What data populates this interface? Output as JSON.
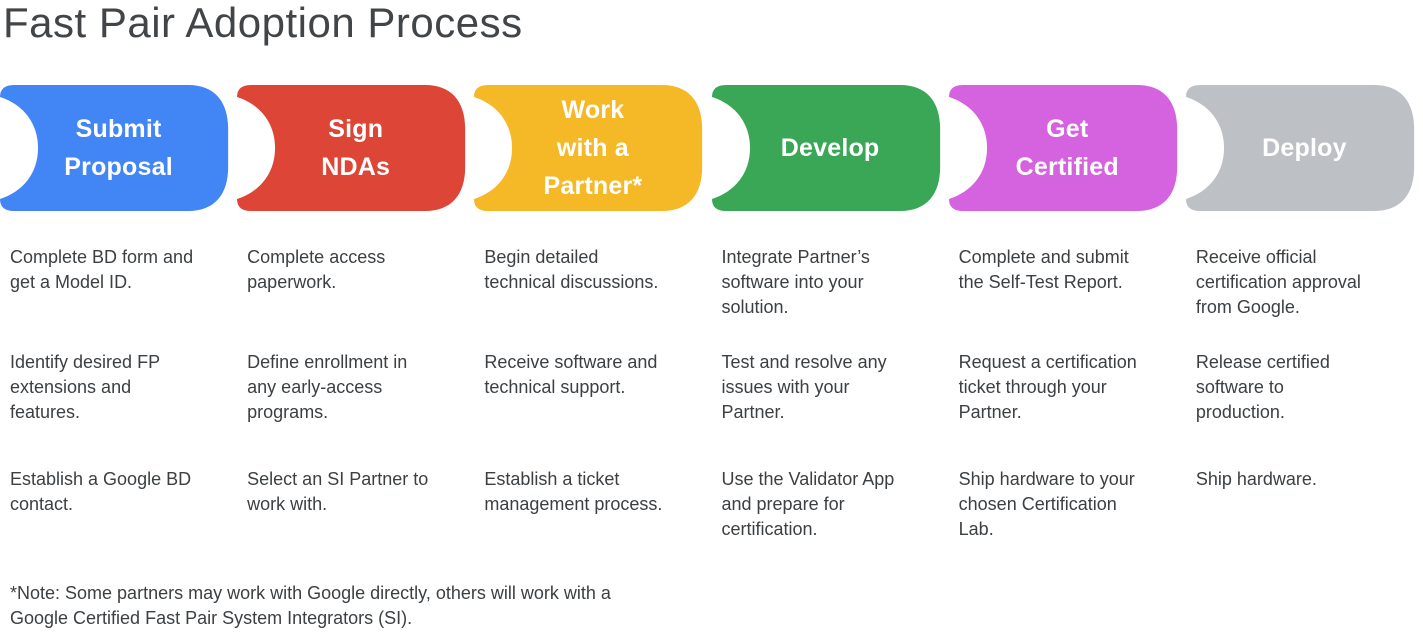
{
  "title": "Fast Pair Adoption Process",
  "label_text_color": "#ffffff",
  "body_text_color": "#3c4043",
  "stages": [
    {
      "name": "submit-proposal",
      "color": "#4285F4",
      "label_lines": [
        "Submit",
        "Proposal"
      ],
      "steps": [
        [
          "Complete BD form and",
          "get a Model ID."
        ],
        [
          "Identify desired FP",
          "extensions and",
          "features."
        ],
        [
          "Establish a Google BD",
          "contact."
        ]
      ]
    },
    {
      "name": "sign-ndas",
      "color": "#DD4537",
      "label_lines": [
        "Sign",
        "NDAs"
      ],
      "steps": [
        [
          "Complete access",
          "paperwork."
        ],
        [
          "Define enrollment in",
          "any early-access",
          "programs."
        ],
        [
          "Select an SI Partner to",
          "work with."
        ]
      ]
    },
    {
      "name": "work-with-a-partner",
      "color": "#F5B826",
      "label_lines": [
        "Work",
        "with a",
        "Partner*"
      ],
      "steps": [
        [
          "Begin detailed",
          "technical discussions."
        ],
        [
          "Receive software and",
          "technical support."
        ],
        [
          "Establish a ticket",
          "management process."
        ]
      ]
    },
    {
      "name": "develop",
      "color": "#3AA757",
      "label_lines": [
        "Develop"
      ],
      "steps": [
        [
          "Integrate Partner’s",
          "software into your",
          "solution."
        ],
        [
          "Test and resolve any",
          "issues with your",
          "Partner."
        ],
        [
          "Use the Validator App",
          "and prepare for",
          "certification."
        ]
      ]
    },
    {
      "name": "get-certified",
      "color": "#D562DF",
      "label_lines": [
        "Get",
        "Certified"
      ],
      "steps": [
        [
          "Complete and submit",
          "the Self-Test Report."
        ],
        [
          "Request a certification",
          "ticket through your",
          "Partner."
        ],
        [
          "Ship hardware to your",
          "chosen Certification",
          "Lab."
        ]
      ]
    },
    {
      "name": "deploy",
      "color": "#BDC1C6",
      "label_lines": [
        "Deploy"
      ],
      "steps": [
        [
          "Receive official",
          "certification approval",
          "from Google."
        ],
        [
          "Release certified",
          "software to",
          "production."
        ],
        [
          "Ship hardware."
        ]
      ]
    }
  ],
  "note_lines": [
    "*Note: Some partners may work with Google directly, others will work with a",
    "Google Certified Fast Pair System Integrators (SI)."
  ]
}
